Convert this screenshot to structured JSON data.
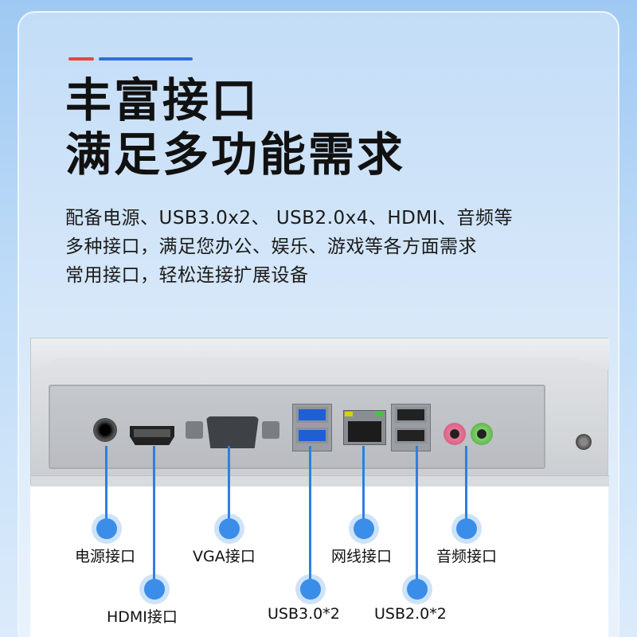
{
  "headline": {
    "line1": "丰富接口",
    "line2": "满足多功能需求"
  },
  "description": [
    "配备电源、USB3.0x2、 USB2.0x4、HDMI、音频等",
    "多种接口，满足您办公、娱乐、游戏等各方面需求",
    "常用接口，轻松连接扩展设备"
  ],
  "ports": {
    "power": "电源接口",
    "hdmi": "HDMI接口",
    "vga": "VGA接口",
    "usb3": "USB3.0*2",
    "lan": "网线接口",
    "usb2": "USB2.0*2",
    "audio": "音频接口"
  },
  "colors": {
    "accent_red": "#e4473c",
    "accent_blue": "#2f6fd8",
    "callout_blue": "#3a8de8"
  }
}
